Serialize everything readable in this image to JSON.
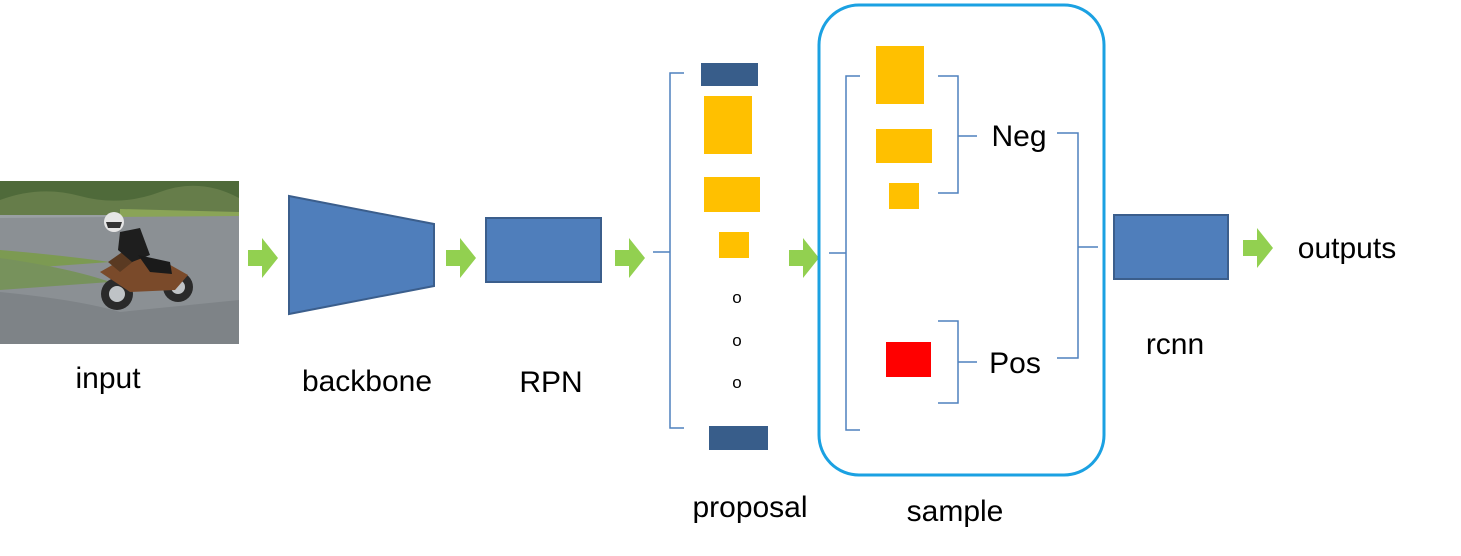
{
  "labels": {
    "input": "input",
    "backbone": "backbone",
    "rpn": "RPN",
    "proposal": "proposal",
    "sample": "sample",
    "neg": "Neg",
    "pos": "Pos",
    "rcnn": "rcnn",
    "outputs": "outputs"
  },
  "ellipsis": [
    "o",
    "o",
    "o"
  ],
  "colors": {
    "block_fill": "#4f7ebb",
    "block_stroke": "#3b5e8c",
    "proposal_dark": "#385d8a",
    "box_orange": "#ffc000",
    "box_red": "#ff0000",
    "arrow_green": "#92d050",
    "bracket": "#4f81bd",
    "sample_frame": "#1ba1e2"
  },
  "icons": {
    "arrow": "green-right-arrow-icon",
    "photo": "motorcycle-rider-photo"
  }
}
